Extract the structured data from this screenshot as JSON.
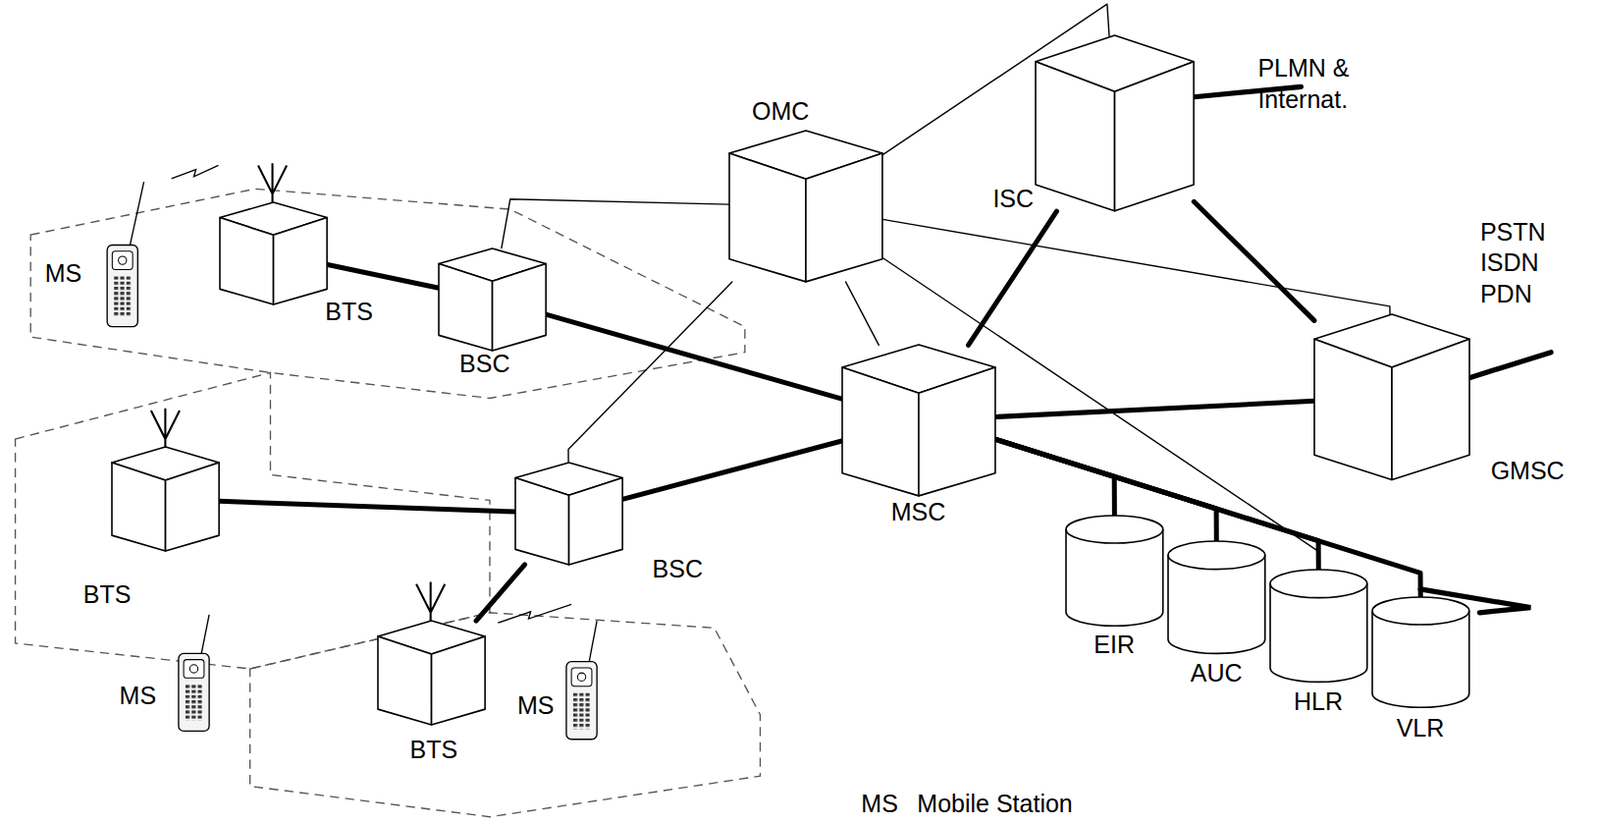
{
  "diagram": {
    "nodes": [
      {
        "text": [
          "BTS"
        ]
      },
      {
        "text": [
          "BSC"
        ]
      },
      {
        "text": [
          "OMC"
        ]
      },
      {
        "text": [
          "ISC"
        ]
      },
      {
        "text": [
          "MSC"
        ]
      },
      {
        "text": [
          "GMSC"
        ]
      },
      {
        "text": [
          "BTS"
        ]
      },
      {
        "text": [
          "BSC"
        ]
      },
      {
        "text": [
          "BTS"
        ]
      },
      {
        "text": [
          "EIR"
        ]
      },
      {
        "text": [
          "AUC"
        ]
      },
      {
        "text": [
          "HLR"
        ]
      },
      {
        "text": [
          "VLR"
        ]
      }
    ],
    "edges": [
      {
        "from": 0,
        "to": 1,
        "arrow": "none"
      },
      {
        "from": 1,
        "to": 4,
        "arrow": "none"
      },
      {
        "from": 6,
        "to": 7,
        "arrow": "none"
      },
      {
        "from": 8,
        "to": 7,
        "arrow": "none"
      },
      {
        "from": 7,
        "to": 4,
        "arrow": "none"
      },
      {
        "from": 4,
        "to": 3,
        "arrow": "none"
      },
      {
        "from": 4,
        "to": 5,
        "arrow": "none"
      },
      {
        "from": 3,
        "to": 5,
        "arrow": "none"
      },
      {
        "from": 4,
        "to": 9,
        "arrow": "none"
      },
      {
        "from": 4,
        "to": 10,
        "arrow": "none"
      },
      {
        "from": 4,
        "to": 11,
        "arrow": "none"
      },
      {
        "from": 4,
        "to": 12,
        "arrow": "none"
      },
      {
        "from": 2,
        "to": 1,
        "arrow": "none"
      },
      {
        "from": 2,
        "to": 7,
        "arrow": "none"
      },
      {
        "from": 2,
        "to": 4,
        "arrow": "none"
      },
      {
        "from": 2,
        "to": 3,
        "arrow": "none"
      },
      {
        "from": 2,
        "to": 5,
        "arrow": "none"
      },
      {
        "from": 2,
        "to": 11,
        "arrow": "none"
      }
    ],
    "labels": [
      "PLMN & Internat.",
      "PSTN ISDN PDN",
      "MS",
      "MS",
      "MS",
      "MS",
      "Mobile Station"
    ]
  }
}
